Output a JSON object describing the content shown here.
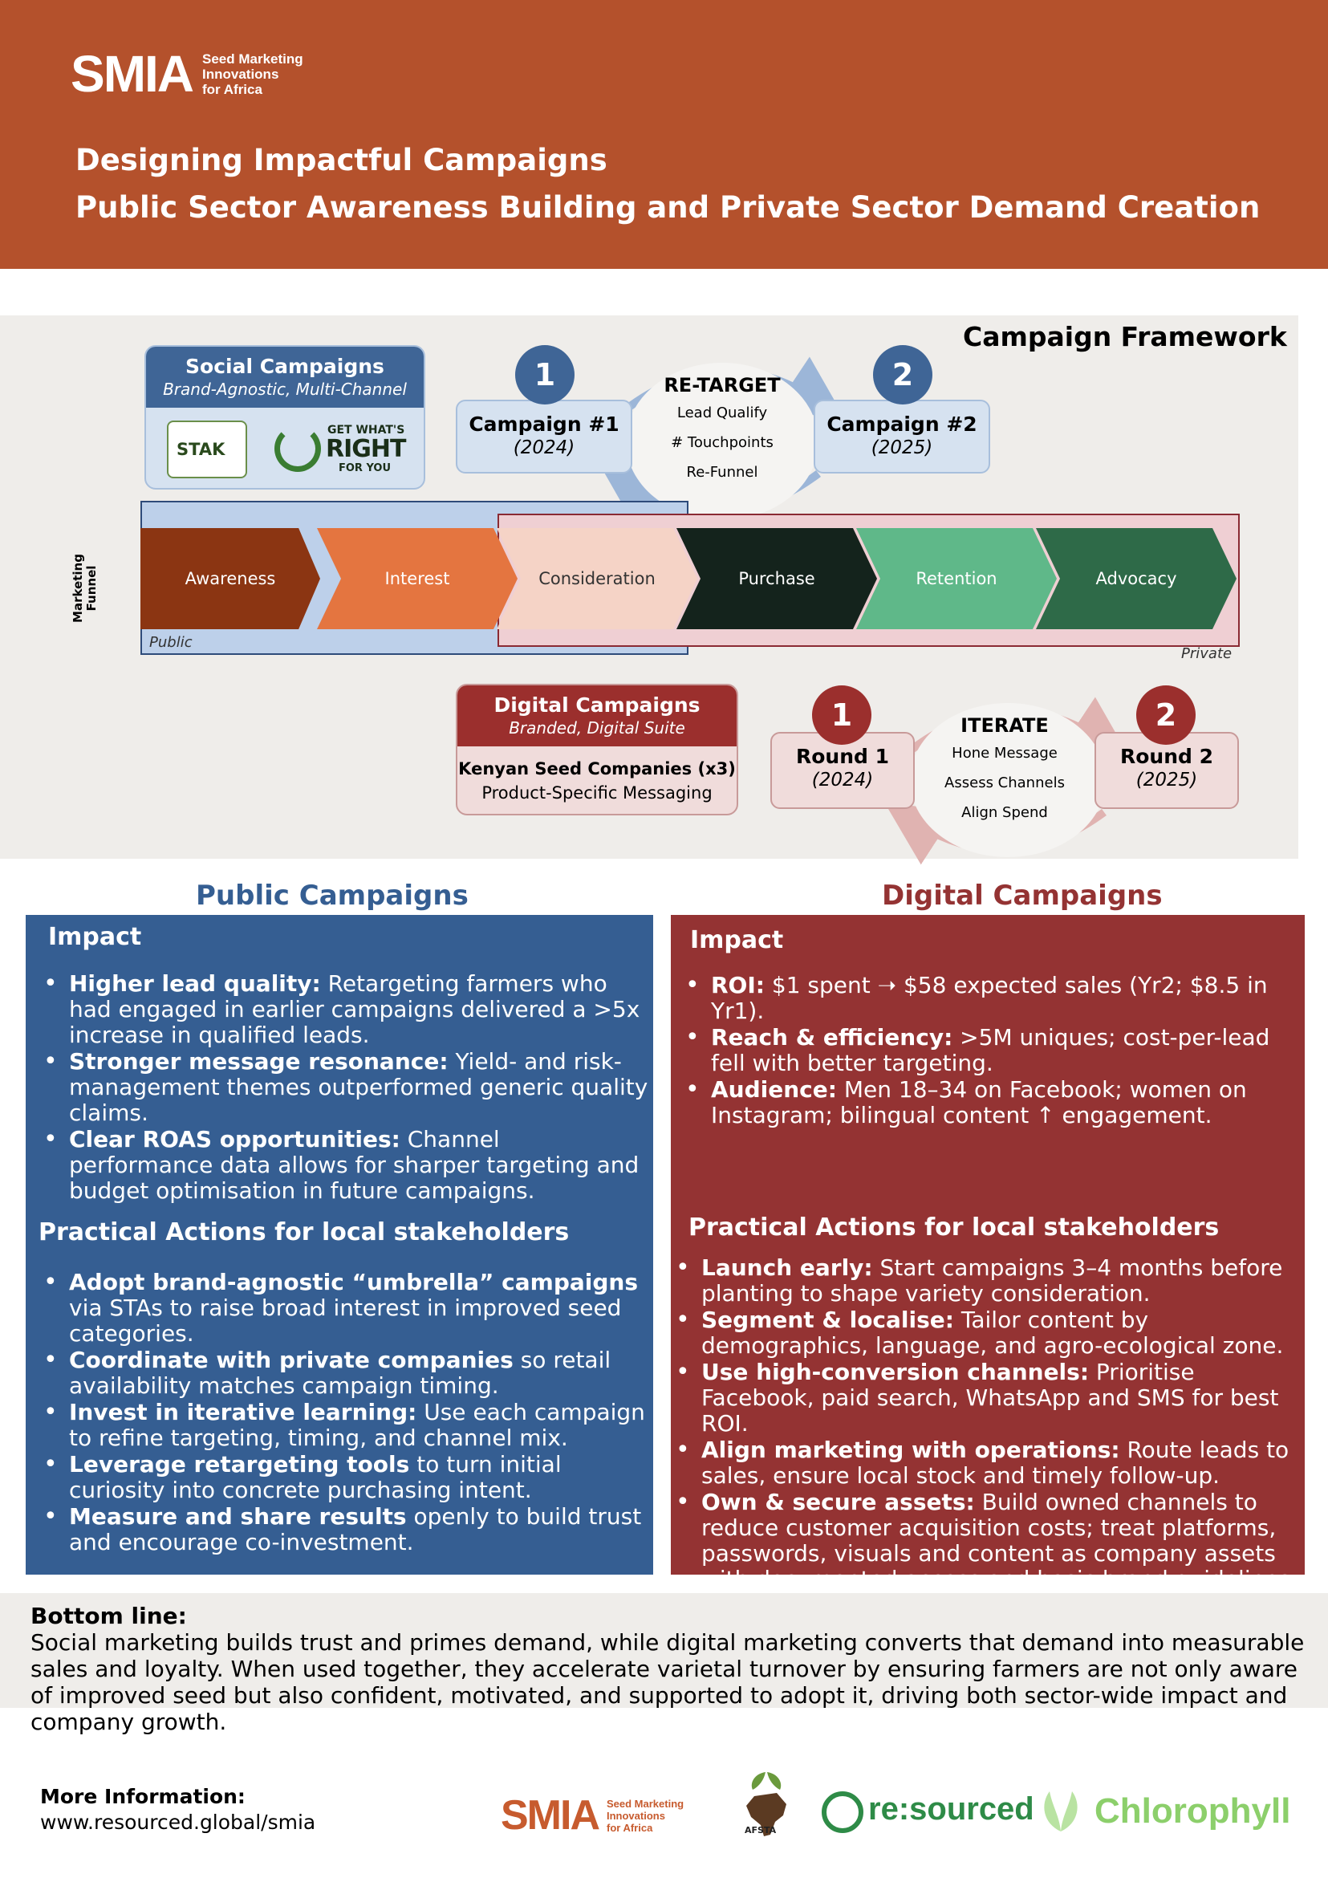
{
  "header": {
    "logo_mark": "SMIA",
    "logo_sub": [
      "Seed Marketing",
      "Innovations",
      "for Africa"
    ],
    "title_line1": "Designing Impactful Campaigns",
    "title_line2": "Public Sector Awareness Building and Private Sector Demand Creation"
  },
  "framework": {
    "title": "Campaign Framework",
    "social": {
      "title": "Social Campaigns",
      "subtitle": "Brand-Agnostic, Multi-Channel",
      "stak_logo": "STAK",
      "gwr_logo": [
        "GET WHAT'S",
        "RIGHT",
        "FOR YOU"
      ]
    },
    "campaign1": {
      "num": "1",
      "title": "Campaign #1",
      "year": "(2024)"
    },
    "campaign2": {
      "num": "2",
      "title": "Campaign #2",
      "year": "(2025)"
    },
    "retarget": {
      "title": "RE-TARGET",
      "lines": [
        "Lead Qualify",
        "# Touchpoints",
        "Re-Funnel"
      ]
    },
    "funnel_label": [
      "Marketing",
      "Funnel"
    ],
    "public_label": "Public",
    "private_label": "Private",
    "stages": [
      {
        "label": "Awareness",
        "color": "#8b3512"
      },
      {
        "label": "Interest",
        "color": "#e47540"
      },
      {
        "label": "Consideration",
        "color": "#f5d3c6"
      },
      {
        "label": "Purchase",
        "color": "#14231c"
      },
      {
        "label": "Retention",
        "color": "#5fb889"
      },
      {
        "label": "Advocacy",
        "color": "#2e6a48"
      }
    ],
    "digital": {
      "title": "Digital Campaigns",
      "subtitle": "Branded, Digital Suite",
      "line1": "Kenyan Seed Companies (x3)",
      "line2": "Product-Specific Messaging"
    },
    "round1": {
      "num": "1",
      "title": "Round 1",
      "year": "(2024)"
    },
    "round2": {
      "num": "2",
      "title": "Round 2",
      "year": "(2025)"
    },
    "iterate": {
      "title": "ITERATE",
      "lines": [
        "Hone Message",
        "Assess Channels",
        "Align Spend"
      ]
    }
  },
  "public": {
    "heading": "Public Campaigns",
    "impact_heading": "Impact",
    "impact": [
      {
        "b": "Higher lead quality:",
        "t": " Retargeting farmers who had engaged in earlier campaigns delivered a >5x increase in qualified leads."
      },
      {
        "b": "Stronger message resonance:",
        "t": " Yield- and risk-management themes outperformed generic quality claims."
      },
      {
        "b": "Clear ROAS opportunities:",
        "t": " Channel performance data allows for sharper targeting and budget optimisation in future campaigns."
      }
    ],
    "actions_heading": "Practical Actions for local stakeholders",
    "actions": [
      {
        "b": "Adopt brand-agnostic “umbrella” campaigns",
        "t": " via STAs to raise broad interest in improved seed categories."
      },
      {
        "b": "Coordinate with private companies",
        "t": " so retail availability matches campaign timing."
      },
      {
        "b": "Invest in iterative learning:",
        "t": " Use each campaign to refine targeting, timing, and channel mix."
      },
      {
        "b": "Leverage retargeting tools",
        "t": " to turn initial curiosity into concrete purchasing intent."
      },
      {
        "b": "Measure and share results",
        "t": " openly to build trust and encourage co-investment."
      }
    ]
  },
  "digital": {
    "heading": "Digital Campaigns",
    "impact_heading": "Impact",
    "impact": [
      {
        "b": "ROI:",
        "t": " $1 spent ➝ $58 expected sales (Yr2; $8.5 in Yr1)."
      },
      {
        "b": "Reach & efficiency:",
        "t": " >5M uniques; cost-per-lead fell with better targeting."
      },
      {
        "b": "Audience:",
        "t": " Men 18–34 on Facebook; women on Instagram; bilingual content ↑ engagement."
      }
    ],
    "actions_heading": "Practical Actions for local stakeholders",
    "actions": [
      {
        "b": "Launch early:",
        "t": " Start campaigns 3–4 months before planting to shape variety consideration."
      },
      {
        "b": "Segment & localise:",
        "t": " Tailor content by demographics, language, and agro-ecological zone."
      },
      {
        "b": "Use high-conversion channels:",
        "t": " Prioritise Facebook, paid search, WhatsApp and SMS for best ROI."
      },
      {
        "b": "Align marketing with operations:",
        "t": " Route leads to sales, ensure local stock and timely follow-up."
      },
      {
        "b": "Own & secure assets:",
        "t": " Build owned channels to reduce customer acquisition costs; treat platforms, passwords, visuals and content as company assets with documented access and basic brand guidelines."
      }
    ]
  },
  "bottom_line": {
    "heading": "Bottom line:",
    "text": "Social marketing builds trust and primes demand, while digital marketing converts that demand into measurable sales and loyalty. When used together, they accelerate varietal turnover by ensuring farmers are not only aware of improved seed but also confident, motivated, and supported to adopt it, driving both sector-wide impact and company growth."
  },
  "footer": {
    "more_heading": "More Information:",
    "url": "www.resourced.global/smia",
    "smia_logo": "SMIA",
    "smia_sub": [
      "Seed Marketing",
      "Innovations",
      "for Africa"
    ],
    "afsta_logo": "AFSTA",
    "resourced_logo": "re:sourced",
    "chlorophyll_logo": "Chlorophyll"
  }
}
